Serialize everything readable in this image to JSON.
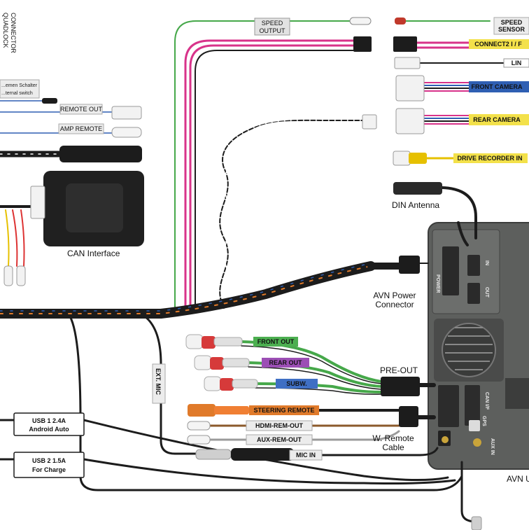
{
  "labels": {
    "quadlock_line1": "QUADLOCK",
    "quadlock_line2": "CONNECTOR",
    "speed_output_line1": "SPEED",
    "speed_output_line2": "OUTPUT",
    "speed_sensor_line1": "SPEED",
    "speed_sensor_line2": "SENSOR",
    "connect2": "CONNECT2  I / F",
    "lin": "LIN",
    "front_camera": "FRONT  CAMERA",
    "rear_camera": "REAR  CAMERA",
    "drive_recorder": "DRIVE  RECORDER  IN",
    "din_antenna": "DIN  Antenna",
    "external_switch_line1": "...emen Schalter",
    "external_switch_line2": "...ternal switch",
    "remote_out": "REMOTE OUT",
    "amp_remote": "AMP REMOTE",
    "can_interface": "CAN Interface",
    "avn_power_line1": "AVN Power",
    "avn_power_line2": "Connector",
    "front_out": "FRONT  OUT",
    "rear_out": "REAR  OUT",
    "subw": "SUBW.",
    "pre_out": "PRE-OUT",
    "steering_remote": "STEERING  REMOTE",
    "hdmi_rem_out": "HDMI-REM-OUT",
    "aux_rem_out": "AUX-REM-OUT",
    "mic_in": "MIC  IN",
    "w_remote_line1": "W. Remote",
    "w_remote_line2": "Cable",
    "ext_mic": "EXT. MIC",
    "usb1_line1": "USB 1   2.4A",
    "usb1_line2": "Android Auto",
    "usb2_line1": "USB 2  1.5A",
    "usb2_line2": "For  Charge",
    "avn_unit": "AVN U",
    "unit_power": "POWER",
    "unit_in": "IN",
    "unit_out": "OUT",
    "unit_can": "CAN I/F",
    "unit_gps": "GPS",
    "unit_ant": "AUX IN"
  },
  "colors": {
    "connect2_tag": "#f3e14a",
    "lin_tag": "#ffffff",
    "front_camera_tag": "#2f5fb3",
    "rear_camera_tag": "#f3e14a",
    "drive_recorder_tag": "#f3e14a",
    "front_out_tag": "#4caf50",
    "rear_out_tag": "#9c4fb5",
    "subw_tag": "#3f6fc4",
    "steering_remote_tag": "#e07a2a",
    "plain_tag": "#ececec",
    "speed_output_tag": "#e2e2e2",
    "wire_green": "#46a84a",
    "wire_pink": "#d8338a",
    "wire_black": "#1c1c1c",
    "unit_body": "#5d5f5d"
  }
}
